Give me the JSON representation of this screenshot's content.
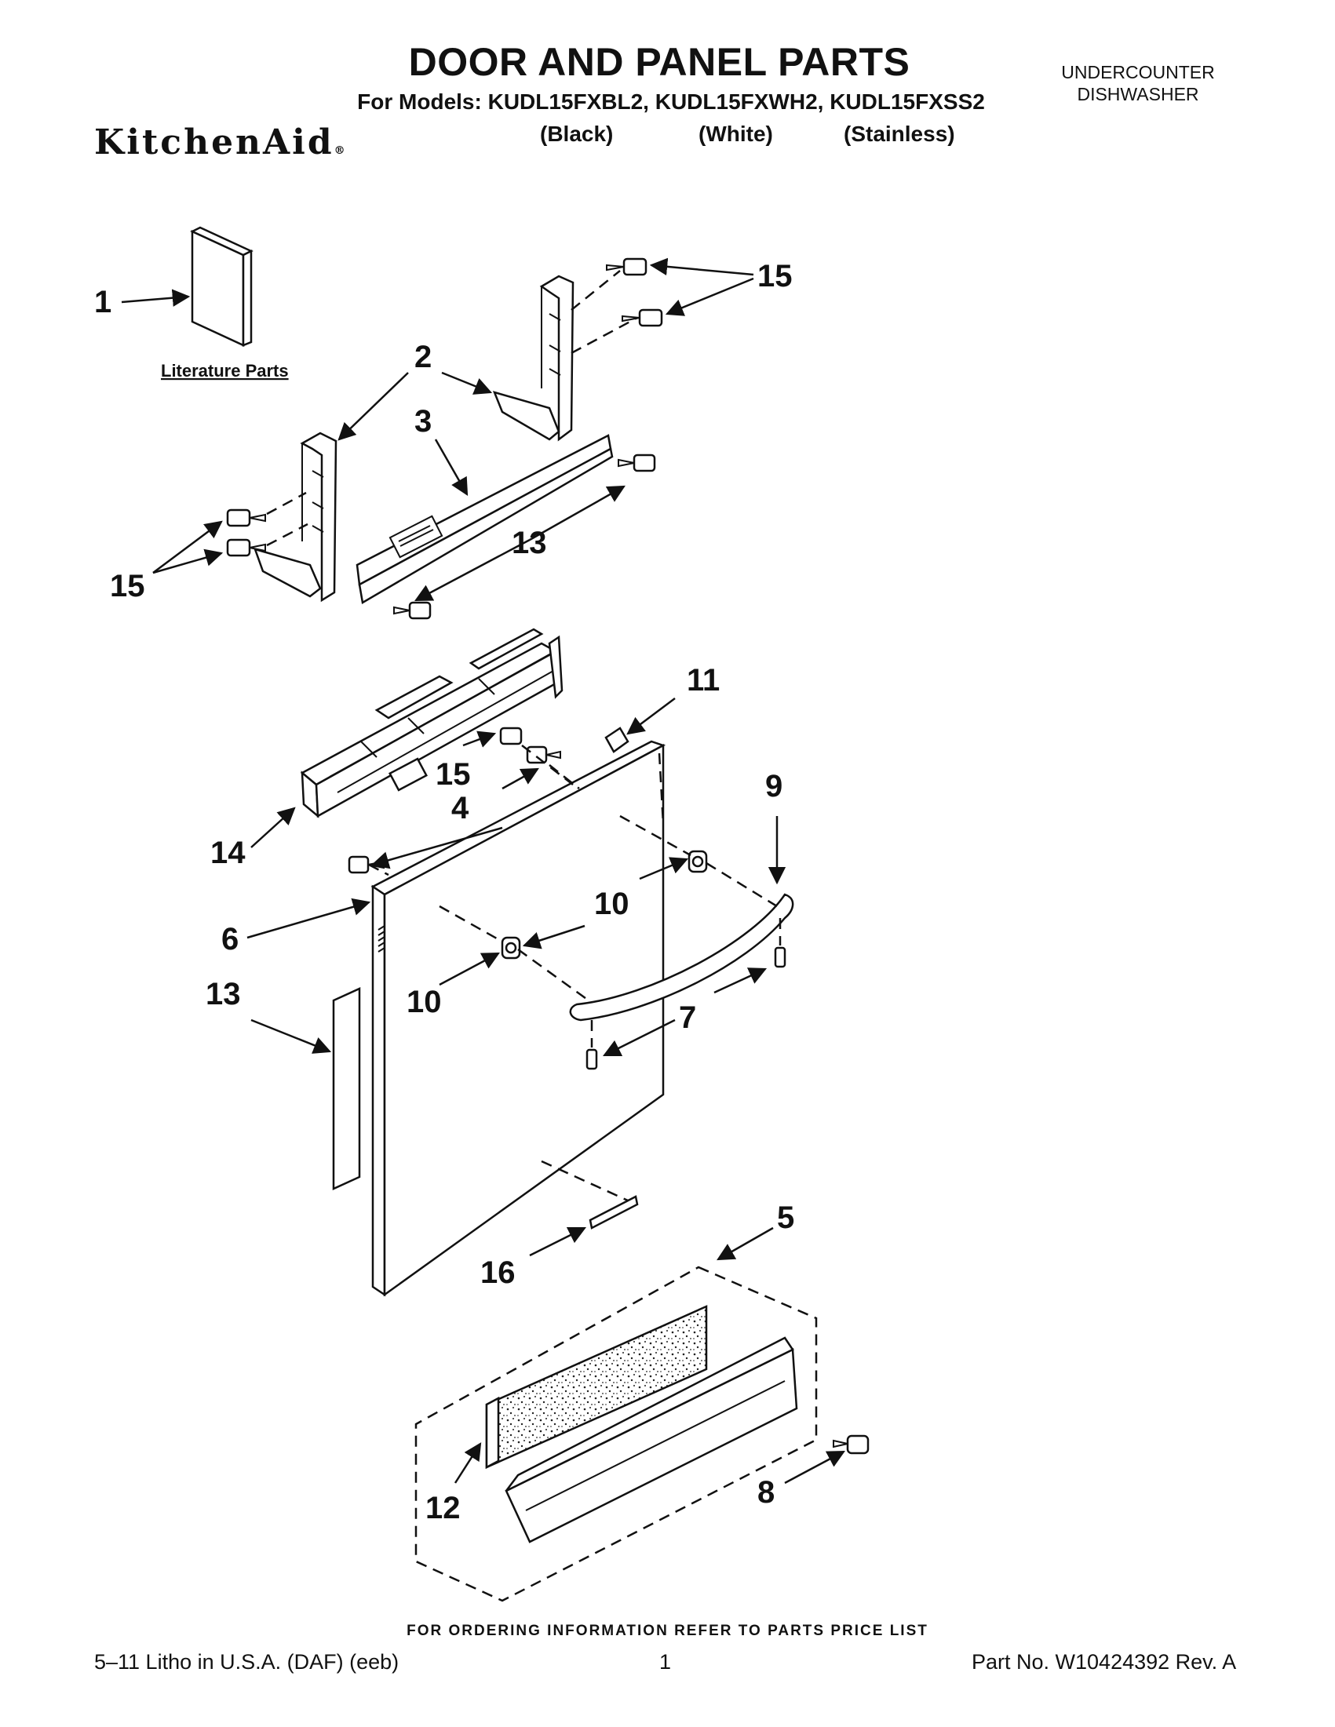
{
  "header": {
    "title": "DOOR AND PANEL PARTS",
    "models_line": "For Models: KUDL15FXBL2, KUDL15FXWH2, KUDL15FXSS2",
    "variants": [
      "(Black)",
      "(White)",
      "(Stainless)"
    ],
    "product_type_line1": "UNDERCOUNTER",
    "product_type_line2": "DISHWASHER",
    "brand": "KitchenAid",
    "brand_mark": "®"
  },
  "diagram": {
    "literature_label": "Literature Parts",
    "callouts": {
      "c1": "1",
      "c2": "2",
      "c3": "3",
      "c4": "4",
      "c5": "5",
      "c6": "6",
      "c7": "7",
      "c8": "8",
      "c9": "9",
      "c10a": "10",
      "c10b": "10",
      "c11": "11",
      "c12": "12",
      "c13a": "13",
      "c13b": "13",
      "c14": "14",
      "c15a": "15",
      "c15b": "15",
      "c15c": "15",
      "c16": "16"
    }
  },
  "footer": {
    "ordering_note": "FOR ORDERING INFORMATION REFER TO PARTS PRICE LIST",
    "litho": "5–11 Litho in U.S.A. (DAF) (eeb)",
    "page_number": "1",
    "part_number": "Part No. W10424392 Rev. A"
  }
}
